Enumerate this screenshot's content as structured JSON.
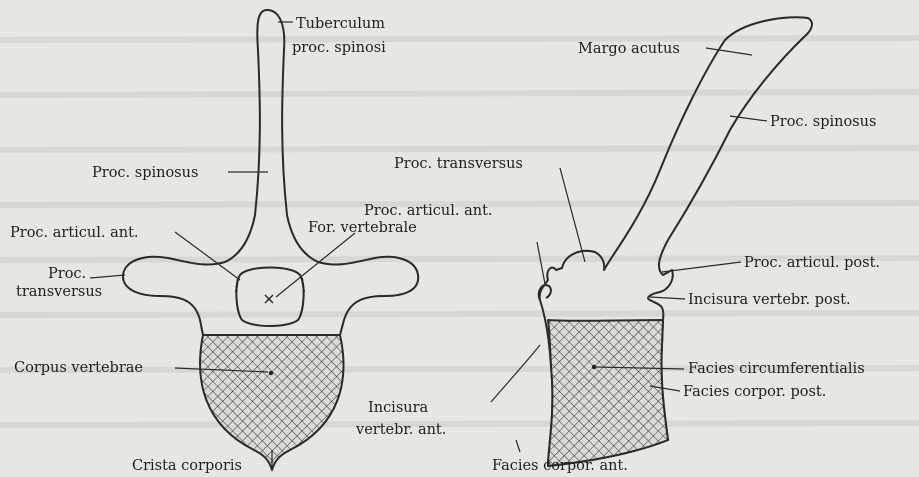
{
  "figure": {
    "left_view": {
      "labels": {
        "tuberculum_line1": "Tuberculum",
        "tuberculum_line2": "proc. spinosi",
        "proc_spinosus": "Proc. spinosus",
        "proc_articul_ant": "Proc. articul. ant.",
        "for_vertebrale": "For. vertebrale",
        "proc_transversus_line1": "Proc.",
        "proc_transversus_line2": "transversus",
        "corpus_vertebrae": "Corpus vertebrae",
        "crista_corporis": "Crista corporis"
      }
    },
    "right_view": {
      "labels": {
        "margo_acutus": "Margo acutus",
        "proc_spinosus": "Proc. spinosus",
        "proc_transversus": "Proc. transversus",
        "proc_articul_ant": "Proc. articul. ant.",
        "proc_articul_post": "Proc. articul. post.",
        "incisura_vertebr_post": "Incisura vertebr. post.",
        "facies_circumferentialis": "Facies circumferentialis",
        "facies_corpor_post": "Facies corpor. post.",
        "incisura_vertebr_ant_line1": "Incisura",
        "incisura_vertebr_ant_line2": "vertebr. ant.",
        "facies_corpor_ant": "Facies corpor. ant."
      }
    }
  }
}
